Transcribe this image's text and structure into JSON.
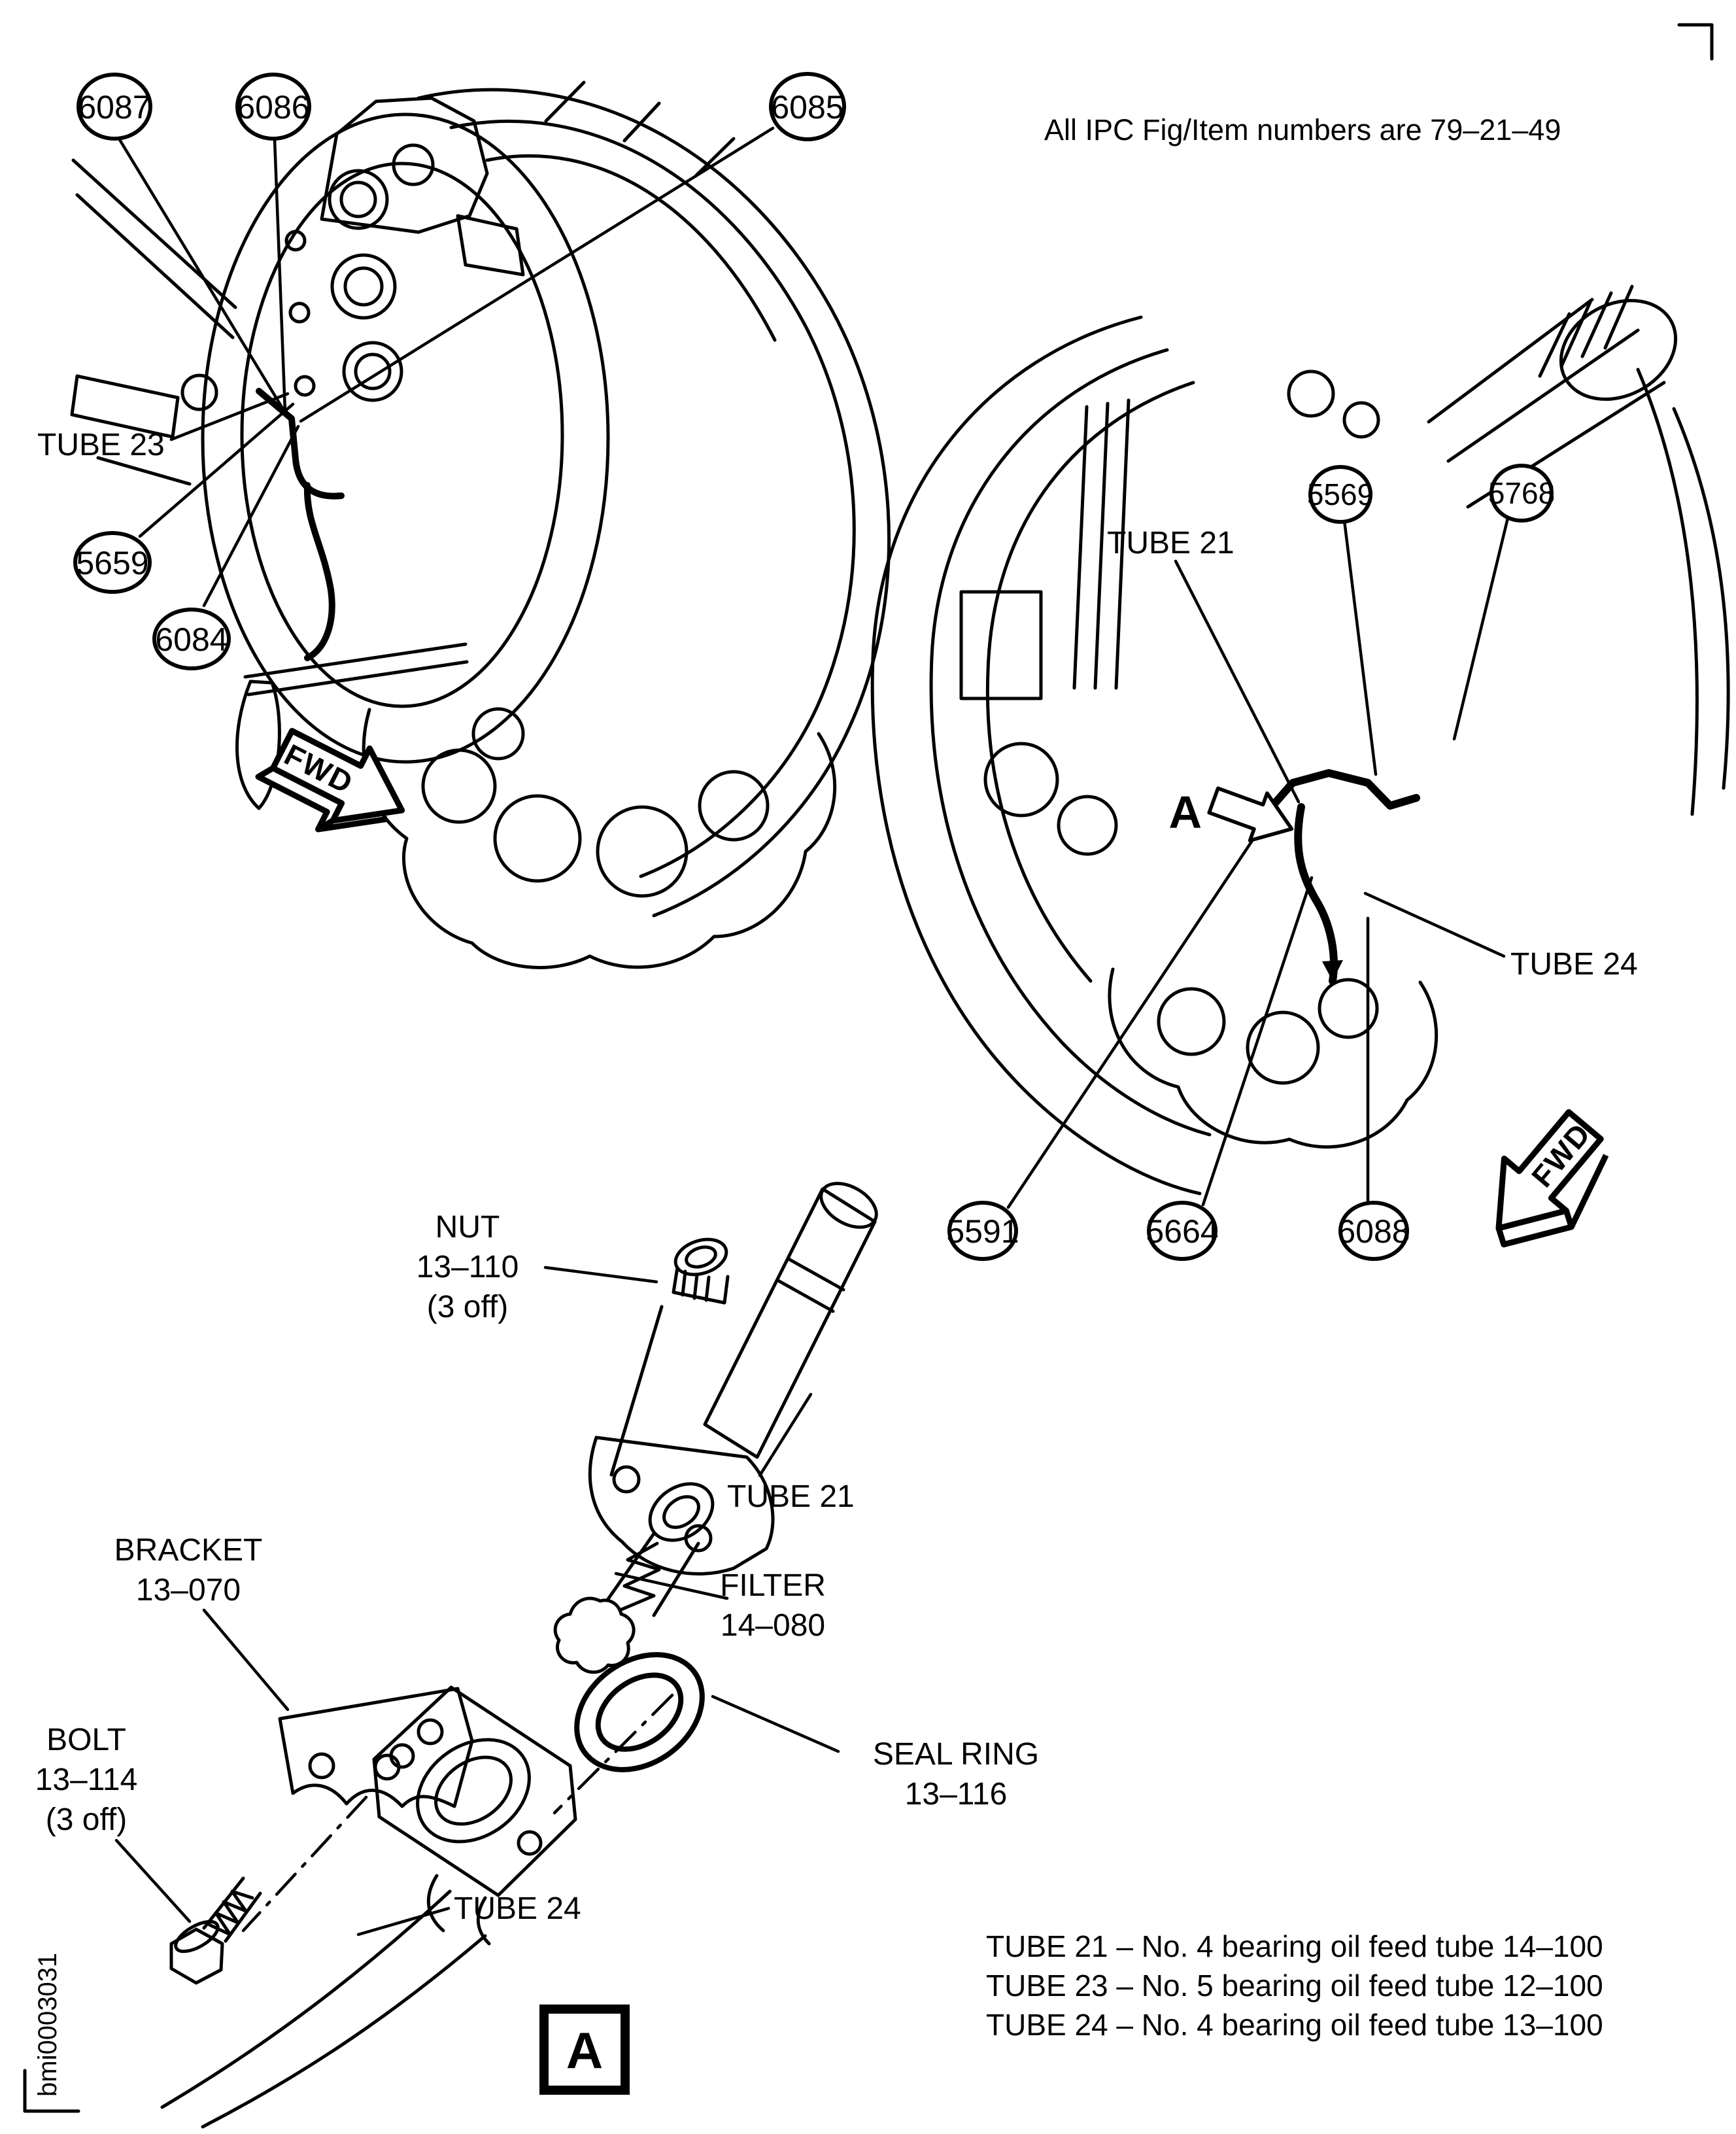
{
  "header": {
    "note": "All IPC Fig/Item numbers are 79–21–49"
  },
  "doc_id": "bmi0003031",
  "fwd_label": "FWD",
  "detail_marker": "A",
  "balloons": {
    "b6087": "6087",
    "b6086": "6086",
    "b6085": "6085",
    "b5659": "5659",
    "b6084": "6084",
    "b5569": "5569",
    "b5768": "5768",
    "b5591": "5591",
    "b5664": "5664",
    "b6088": "6088"
  },
  "labels": {
    "tube23": "TUBE 23",
    "tube21": "TUBE 21",
    "tube24": "TUBE 24"
  },
  "parts": {
    "nut": {
      "name": "NUT",
      "ref": "13–110",
      "qty": "(3 off)"
    },
    "tube21": {
      "name": "TUBE 21"
    },
    "filter": {
      "name": "FILTER",
      "ref": "14–080"
    },
    "bracket": {
      "name": "BRACKET",
      "ref": "13–070"
    },
    "seal_ring": {
      "name": "SEAL RING",
      "ref": "13–116"
    },
    "bolt": {
      "name": "BOLT",
      "ref": "13–114",
      "qty": "(3 off)"
    },
    "tube24": {
      "name": "TUBE 24"
    }
  },
  "legend": [
    "TUBE 21 – No. 4 bearing oil feed tube 14–100",
    "TUBE 23 – No. 5 bearing oil feed tube 12–100",
    "TUBE 24 – No. 4 bearing oil feed tube 13–100"
  ],
  "colors": {
    "ink": "#000000",
    "paper": "#ffffff"
  }
}
